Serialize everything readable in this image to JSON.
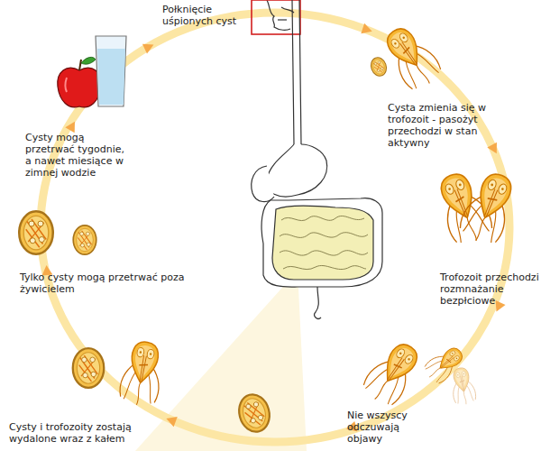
{
  "diagram": {
    "labels": [
      "Połknięcie uśpionych cyst",
      "Cysta zmienia się w trofozoit - pasożyt przechodzi w stan aktywny",
      "Trofozoit przechodzi rozmnażanie bezpłciowe",
      "Nie wszyscy odczuwają objawy",
      "Cysty i trofozoity zostają wydalone wraz z kałem",
      "Tylko cysty mogą przetrwać poza żywicielem",
      "Cysty mogą przetrwać tygodnie, a nawet miesiące w zimnej wodzie"
    ]
  }
}
